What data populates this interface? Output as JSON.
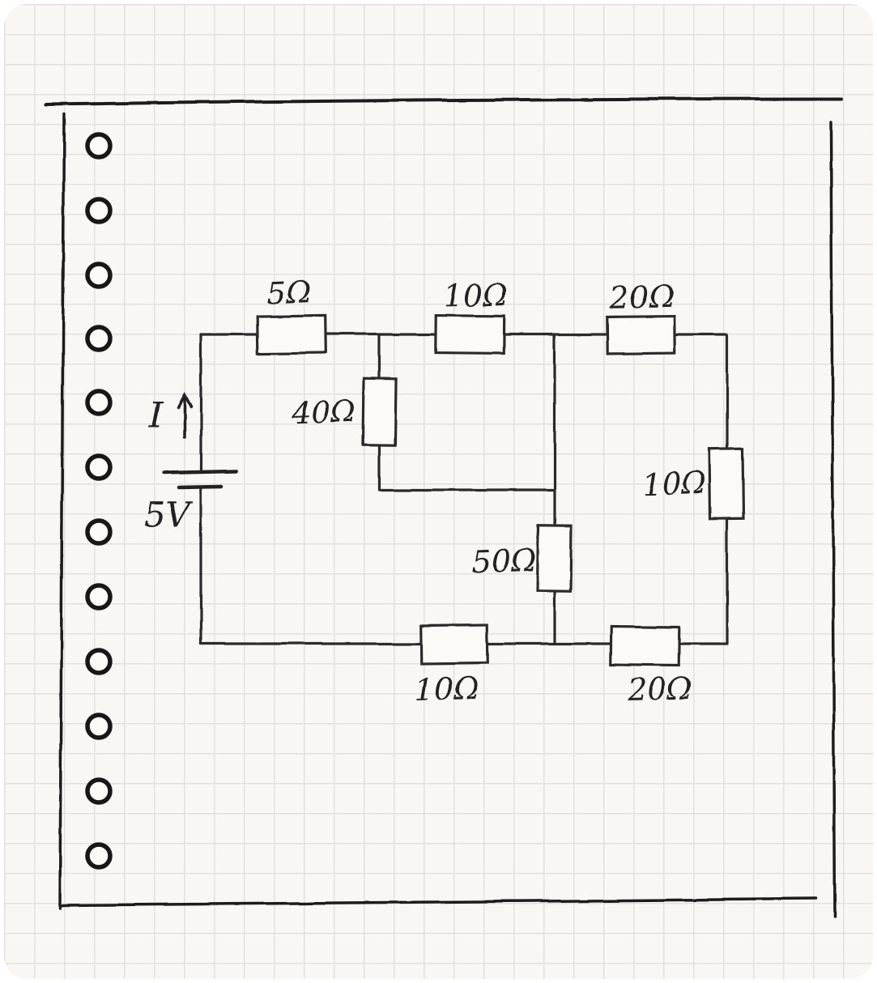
{
  "page": {
    "kind": "handwritten circuit diagram on squared notebook paper"
  },
  "circuit": {
    "battery": {
      "label": "5V",
      "type": "dc-source"
    },
    "current": {
      "label": "I",
      "direction": "up"
    },
    "resistors": {
      "top_left": "5Ω",
      "top_middle": "10Ω",
      "top_right": "20Ω",
      "branch_vertical": "40Ω",
      "right_vertical": "10Ω",
      "center_vertical": "50Ω",
      "bottom_left": "10Ω",
      "bottom_right": "20Ω"
    }
  },
  "colors": {
    "ink": "#2b2b2b",
    "paper": "#f8f7f3",
    "grid": "#e2e1dc"
  }
}
